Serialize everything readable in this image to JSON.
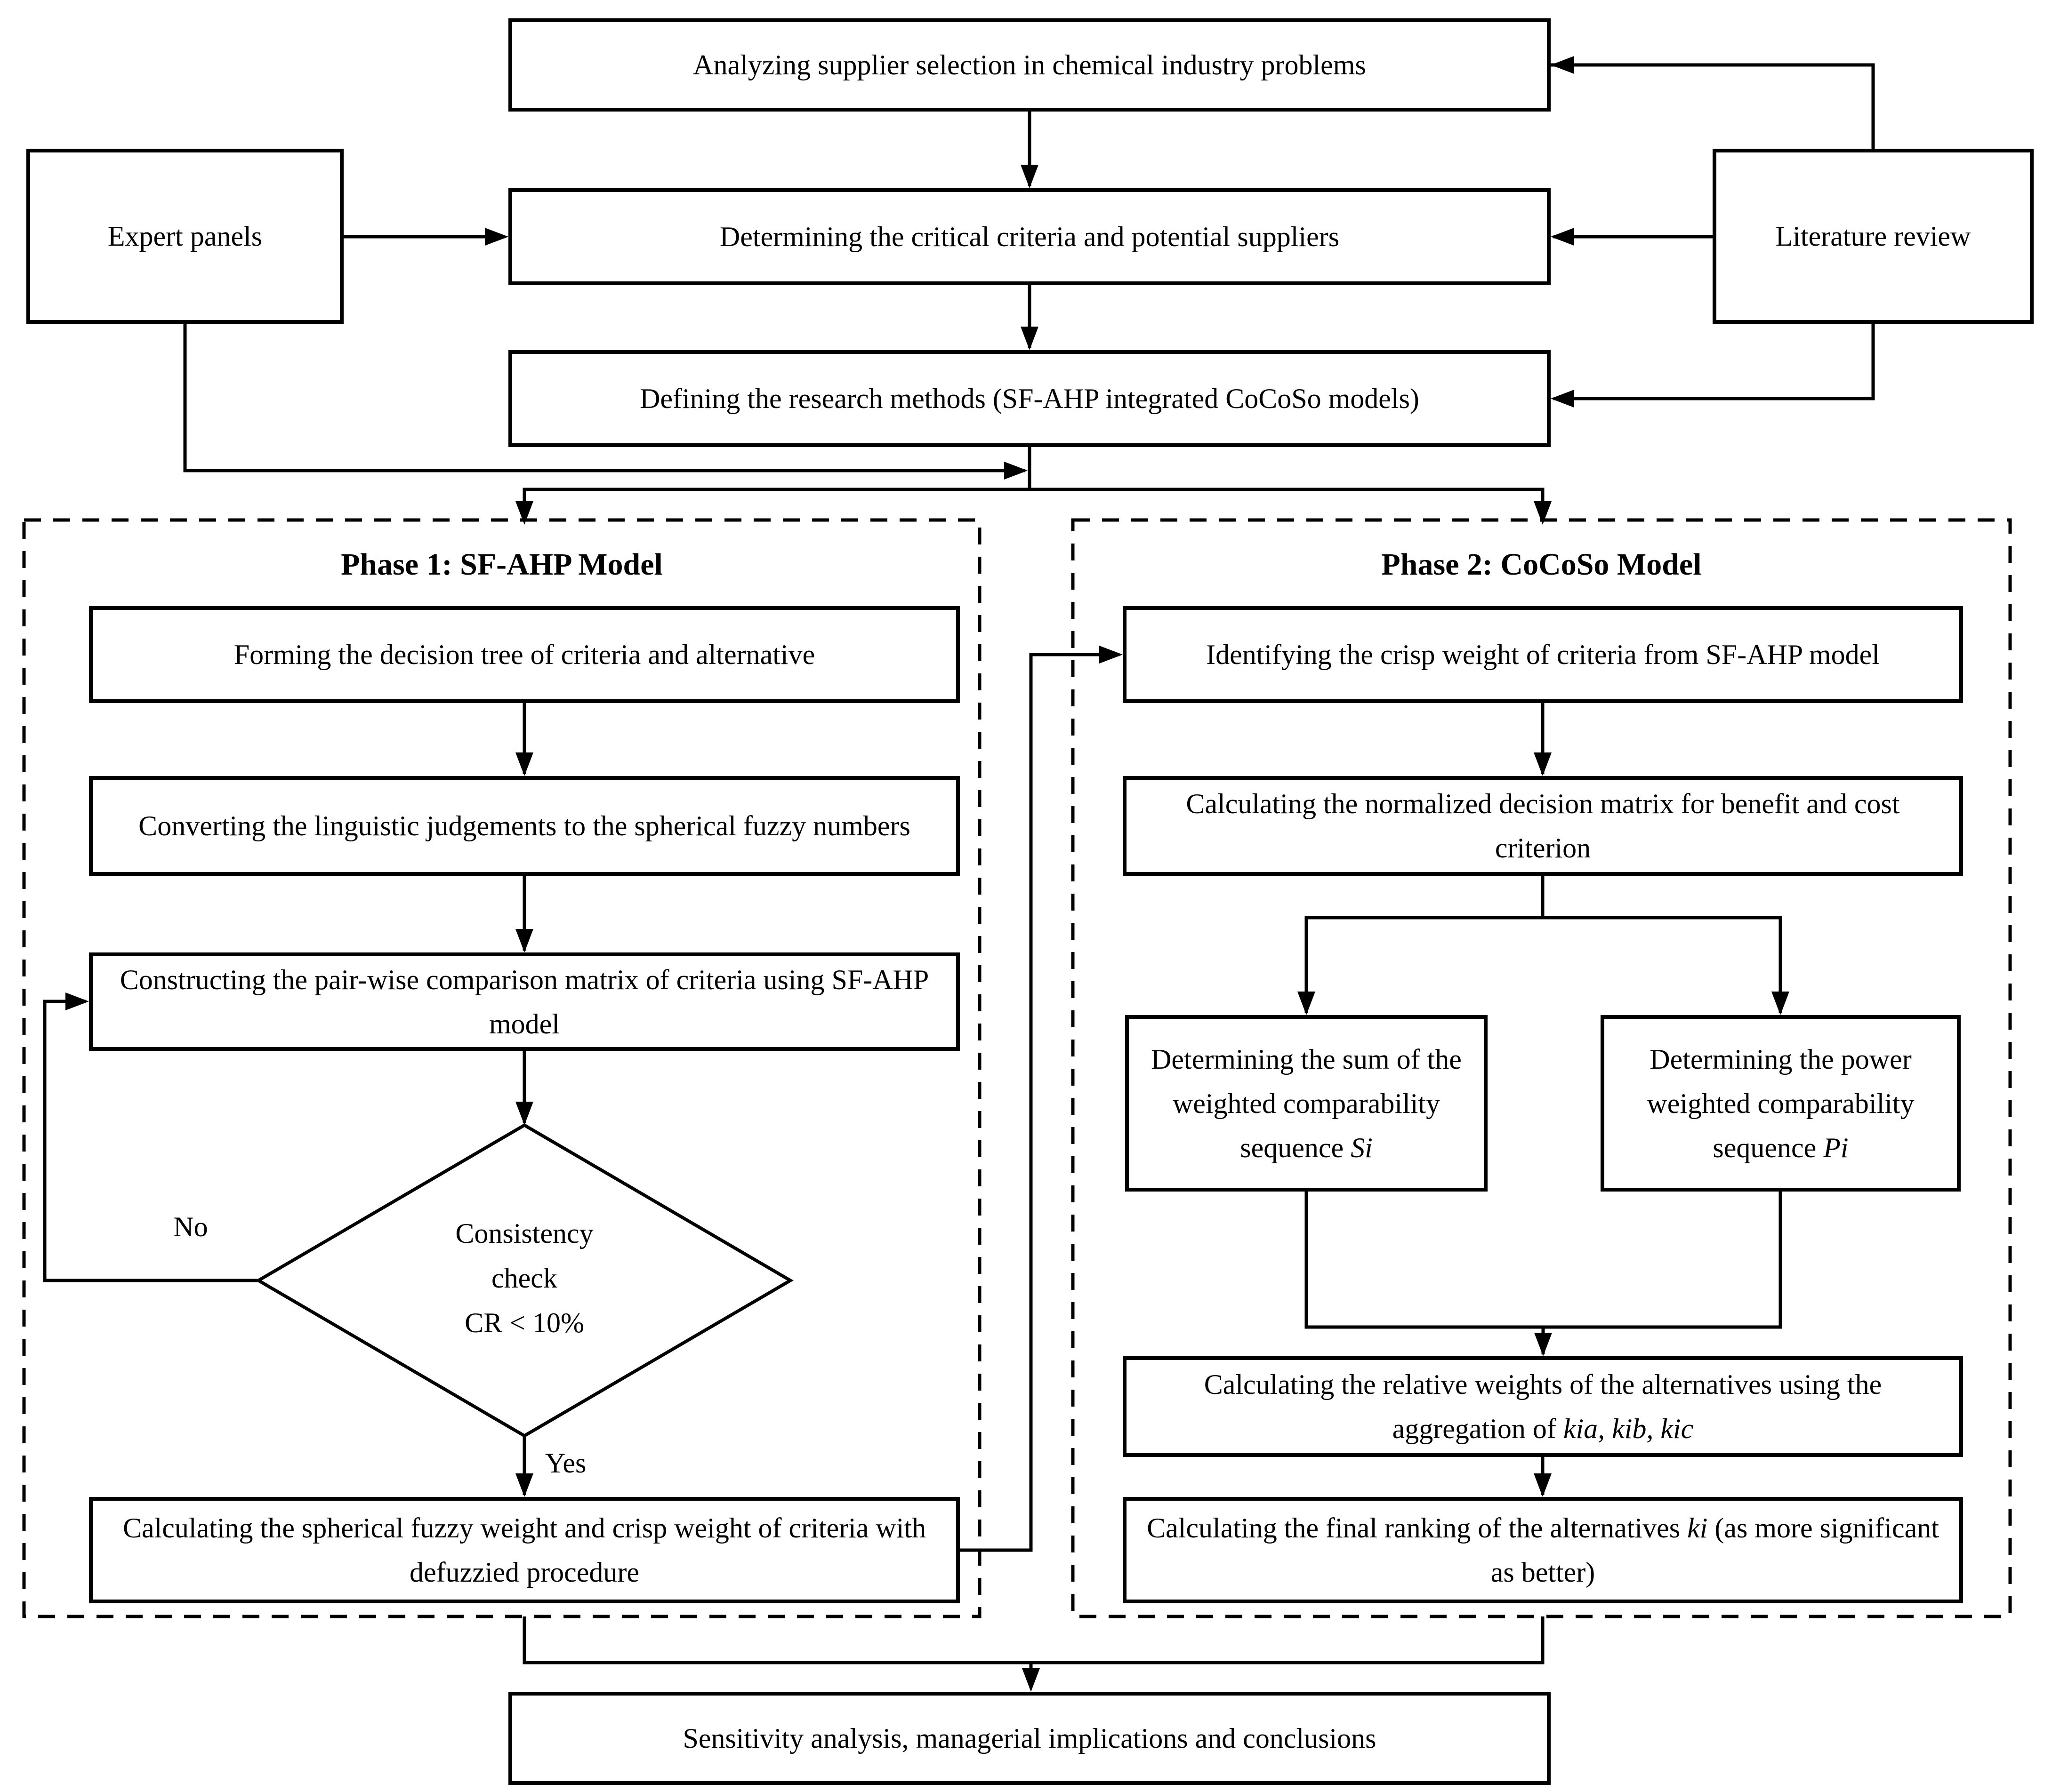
{
  "colors": {
    "ink": "#000000",
    "background": "#ffffff"
  },
  "top": {
    "analyzing": "Analyzing supplier selection in chemical industry problems",
    "expert_panels": "Expert panels",
    "determining": "Determining the critical criteria and potential suppliers",
    "literature_review": "Literature review",
    "defining": "Defining the research methods (SF-AHP integrated CoCoSo models)"
  },
  "phase1": {
    "title": "Phase 1: SF-AHP Model",
    "forming": "Forming the decision tree of criteria and alternative",
    "converting": "Converting the linguistic judgements to the spherical fuzzy numbers",
    "constructing": "Constructing the pair-wise comparison matrix of criteria using SF-AHP model",
    "decision": {
      "line1": "Consistency",
      "line2": "check",
      "line3": "CR < 10%"
    },
    "no_label": "No",
    "yes_label": "Yes",
    "calculating": "Calculating the spherical fuzzy weight and crisp weight of criteria with defuzzied procedure"
  },
  "phase2": {
    "title": "Phase 2: CoCoSo Model",
    "identifying": "Identifying the crisp weight of criteria from SF-AHP model",
    "normalized": "Calculating the normalized decision matrix for benefit and cost criterion",
    "sum_box": {
      "line1": "Determining the sum of the",
      "line2": "weighted comparability",
      "line3": "sequence ",
      "math": "Si"
    },
    "power_box": {
      "line1": "Determining the power",
      "line2": "weighted comparability",
      "line3": "sequence ",
      "math": "Pi"
    },
    "relative": {
      "text": "Calculating the relative weights of the alternatives using the aggregation of ",
      "math": "kia, kib, kic"
    },
    "final": {
      "text": "Calculating the final ranking of the alternatives ",
      "math": "ki",
      "suffix": " (as more significant as better)"
    }
  },
  "bottom": {
    "sensitivity": "Sensitivity analysis, managerial implications and conclusions"
  },
  "edges": [
    {
      "from": "literature_review",
      "to": "analyzing"
    },
    {
      "from": "analyzing",
      "to": "determining"
    },
    {
      "from": "expert_panels",
      "to": "determining"
    },
    {
      "from": "literature_review",
      "to": "determining"
    },
    {
      "from": "determining",
      "to": "defining"
    },
    {
      "from": "literature_review",
      "to": "defining"
    },
    {
      "from": "defining",
      "to": "phase1_sf_ahp"
    },
    {
      "from": "defining",
      "to": "phase2_cocoso"
    },
    {
      "from": "expert_panels",
      "to": "phase1_sf_ahp"
    },
    {
      "from": "expert_panels",
      "to": "phase2_cocoso"
    },
    {
      "from": "forming",
      "to": "converting"
    },
    {
      "from": "converting",
      "to": "constructing"
    },
    {
      "from": "constructing",
      "to": "consistency_check"
    },
    {
      "from": "consistency_check",
      "to": "constructing",
      "label": "No"
    },
    {
      "from": "consistency_check",
      "to": "calculating_weights",
      "label": "Yes"
    },
    {
      "from": "calculating_weights",
      "to": "identifying"
    },
    {
      "from": "identifying",
      "to": "normalized_matrix"
    },
    {
      "from": "normalized_matrix",
      "to": "sum_sequence"
    },
    {
      "from": "normalized_matrix",
      "to": "power_sequence"
    },
    {
      "from": "sum_sequence",
      "to": "relative_weights"
    },
    {
      "from": "power_sequence",
      "to": "relative_weights"
    },
    {
      "from": "relative_weights",
      "to": "final_ranking"
    },
    {
      "from": "calculating_weights",
      "to": "sensitivity"
    },
    {
      "from": "final_ranking",
      "to": "sensitivity"
    }
  ]
}
